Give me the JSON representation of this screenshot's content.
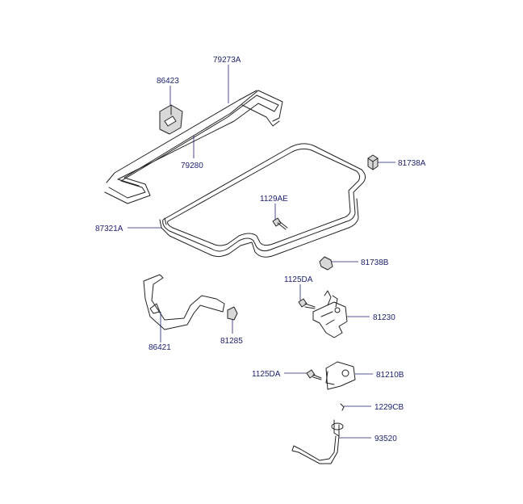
{
  "parts": {
    "p79273A": "79273A",
    "p86423": "86423",
    "p79280": "79280",
    "p81738A": "81738A",
    "p1129AE": "1129AE",
    "p87321A": "87321A",
    "p81738B": "81738B",
    "p1125DA_top": "1125DA",
    "p81230": "81230",
    "p86421": "86421",
    "p81285": "81285",
    "p1125DA_bottom": "1125DA",
    "p81210B": "81210B",
    "p1229CB": "1229CB",
    "p93520": "93520"
  },
  "colors": {
    "label": "#1a1f6e",
    "line": "#222222"
  }
}
